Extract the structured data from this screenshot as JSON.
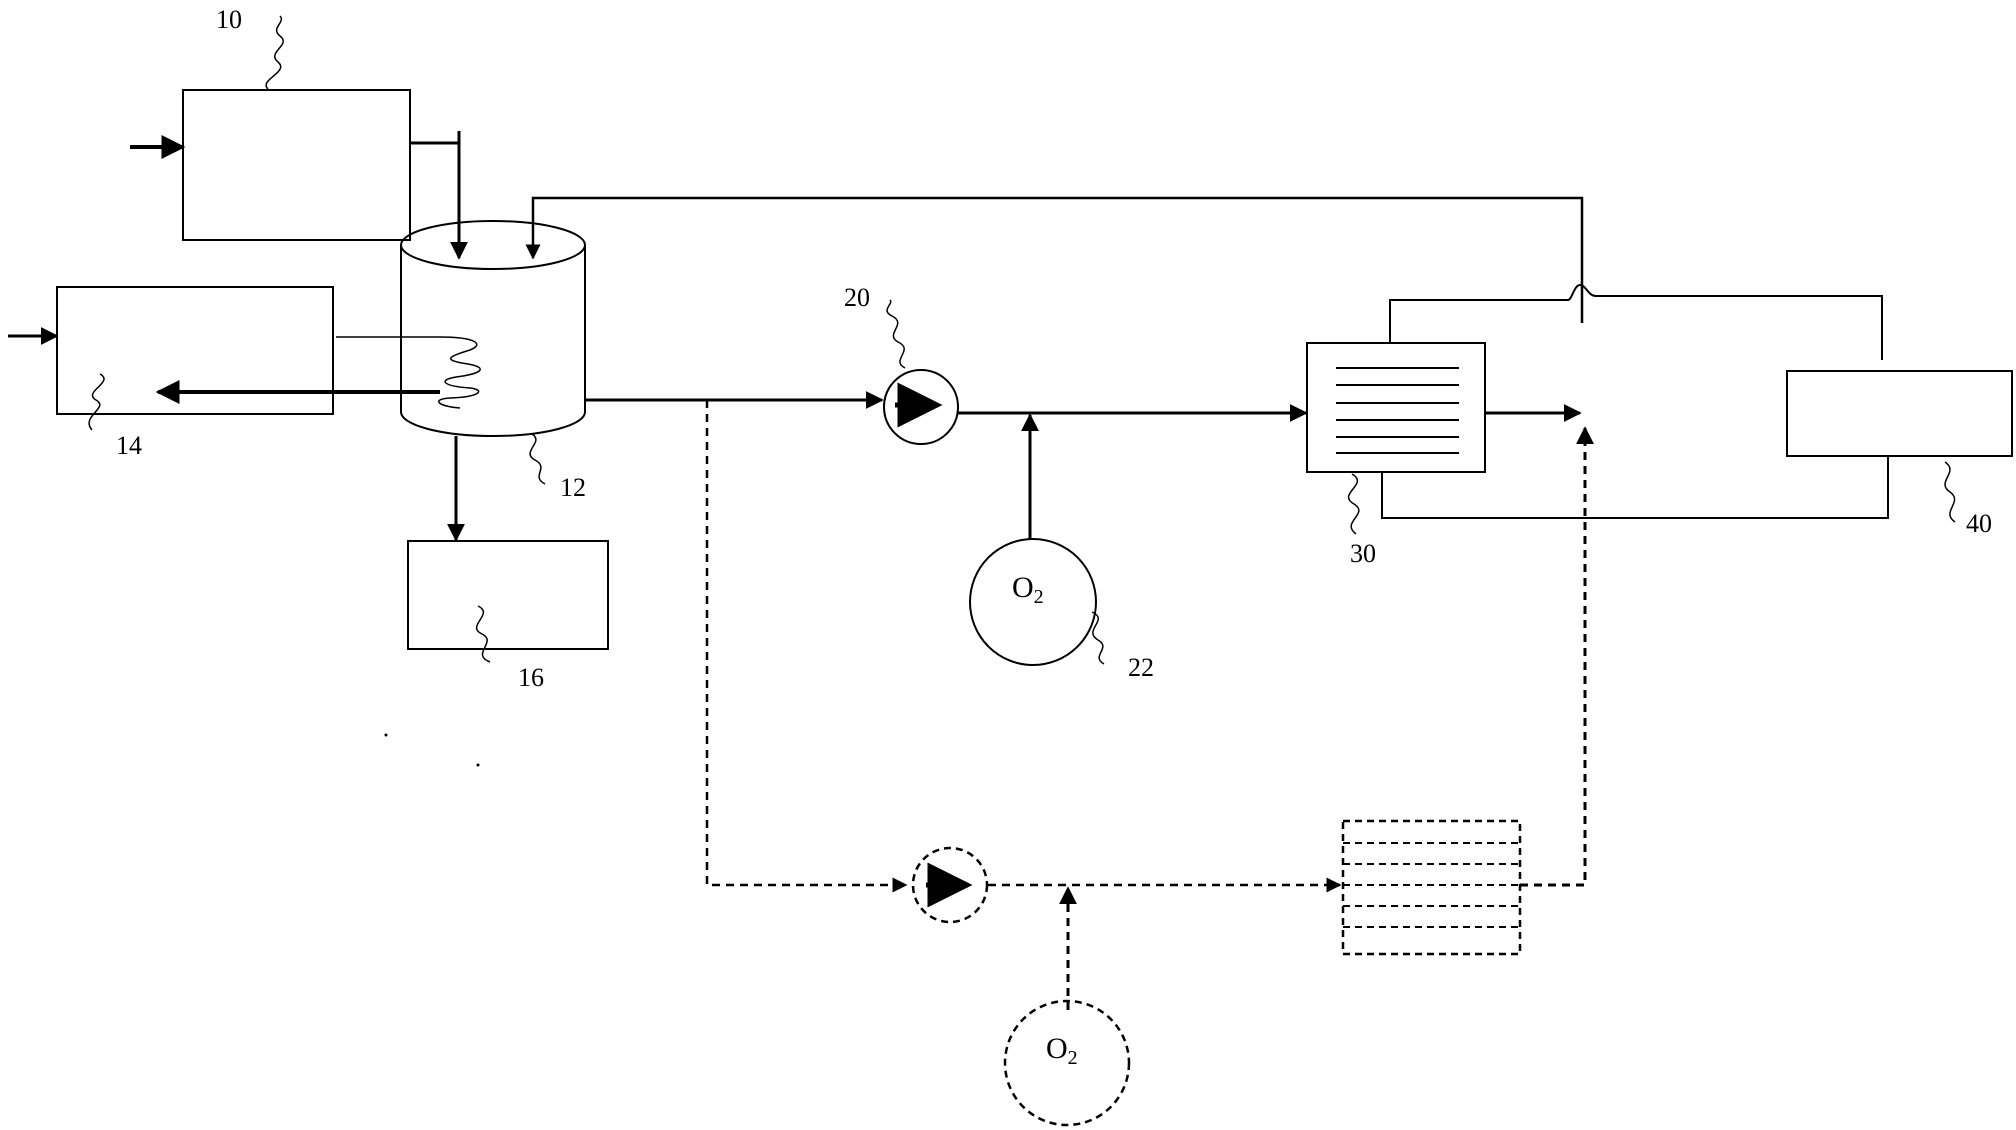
{
  "colors": {
    "line": "#000000",
    "background": "#ffffff"
  },
  "labels": {
    "unit_10": "10",
    "unit_12": "12",
    "unit_14": "14",
    "unit_16": "16",
    "unit_20": "20",
    "unit_22": "22",
    "unit_30": "30",
    "unit_40": "40"
  },
  "oxygen": {
    "symbol": "O",
    "subscript": "2"
  }
}
